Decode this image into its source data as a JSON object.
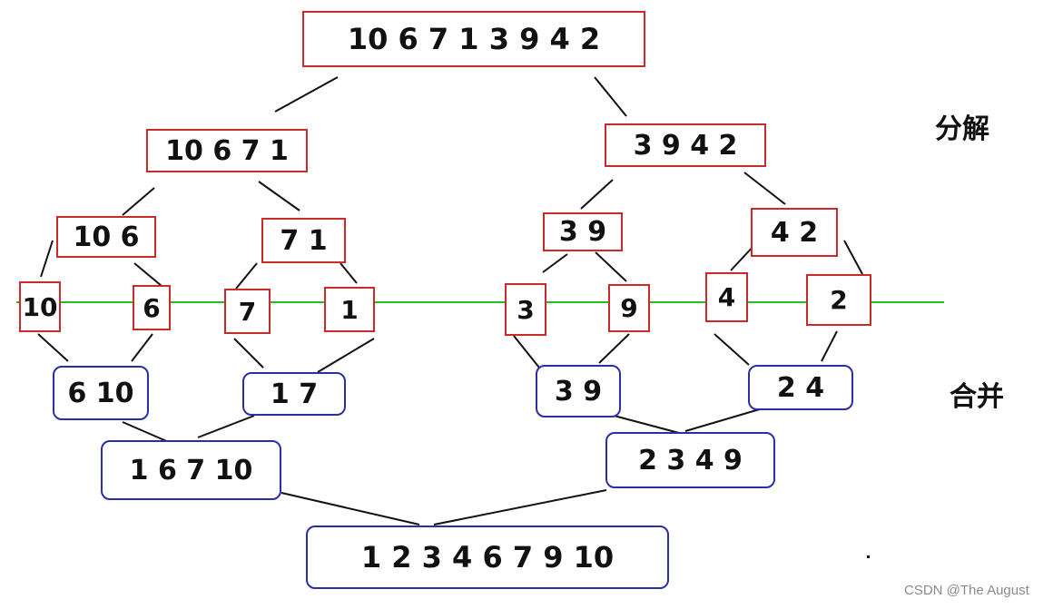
{
  "labels": {
    "split": "分解",
    "merge": "合并"
  },
  "watermark": "CSDN @The   August",
  "colors": {
    "split_border": "#cc2a2a",
    "merge_border": "#2b2fa6",
    "divider": "#22c022",
    "connector": "#111111"
  },
  "split": {
    "level0": "10 6 7 1 3 9 4 2",
    "level1": [
      "10 6 7 1",
      "3 9 4 2"
    ],
    "level2": [
      "10 6",
      "7 1",
      "3 9",
      "4 2"
    ],
    "level3": [
      "10",
      "6",
      "7",
      "1",
      "3",
      "9",
      "4",
      "2"
    ]
  },
  "merge": {
    "level1": [
      "6 10",
      "1 7",
      "3 9",
      "2 4"
    ],
    "level2": [
      "1 6 7 10",
      "2 3 4 9"
    ],
    "level3": "1 2 3 4 6 7 9 10"
  }
}
